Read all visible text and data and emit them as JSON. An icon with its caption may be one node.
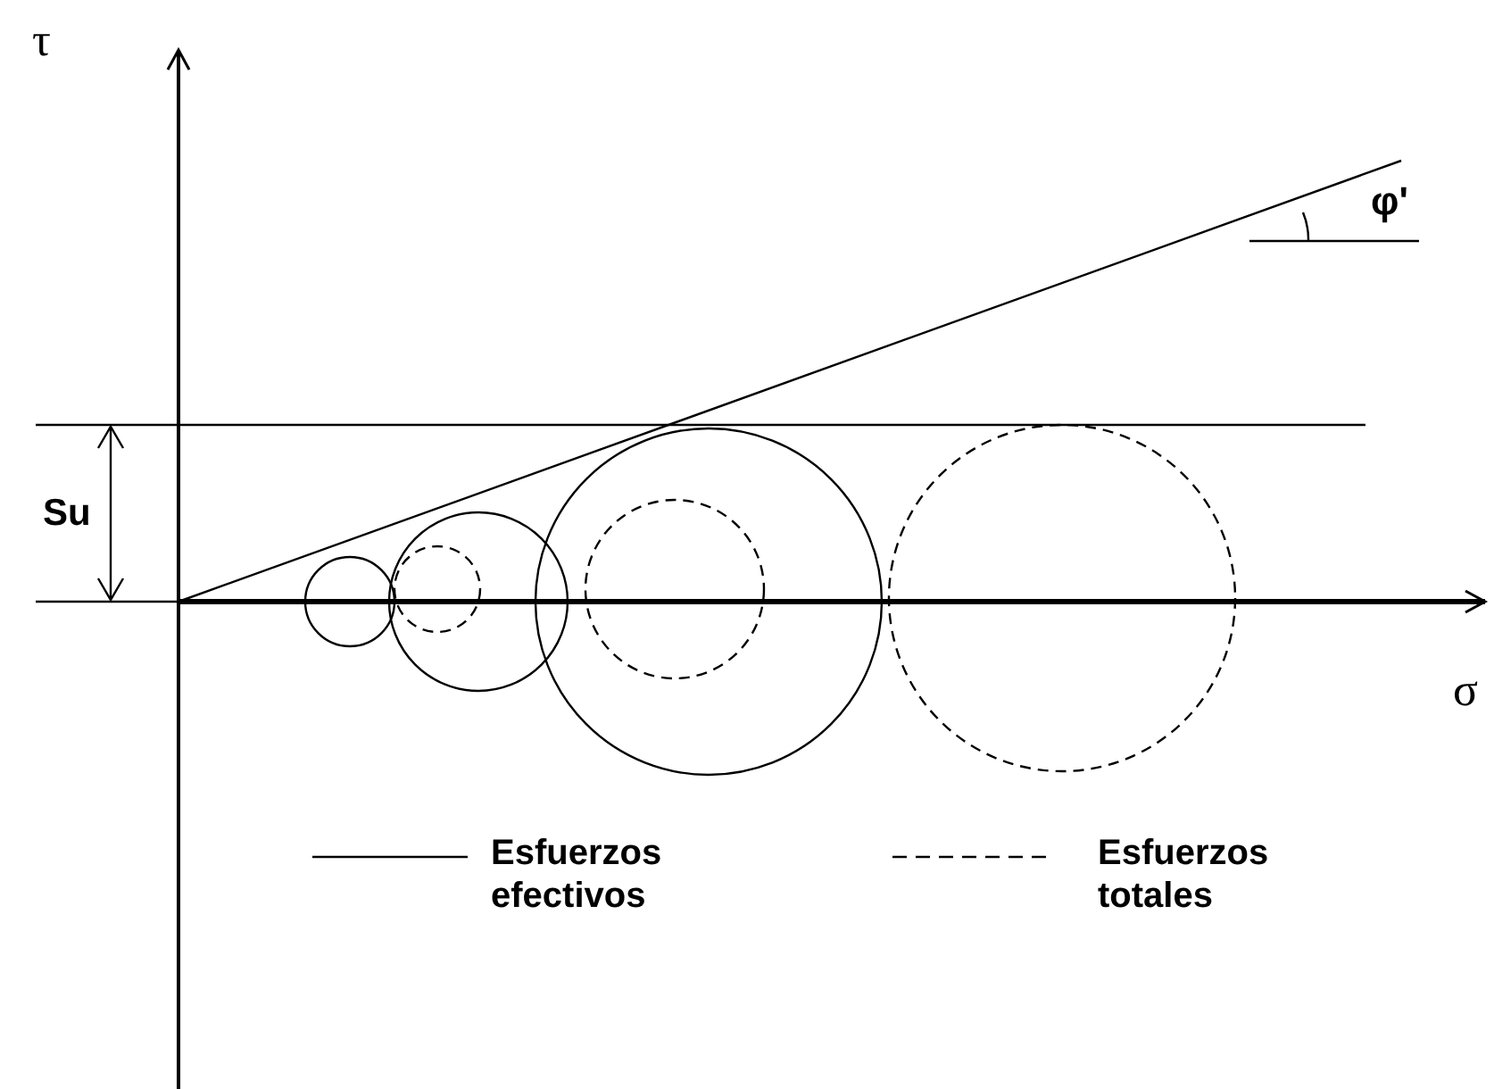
{
  "diagram": {
    "labels": [
      "τ",
      "φ'",
      "Su",
      "σ"
    ],
    "legend": [
      {
        "text": "Esfuerzos efectivos"
      },
      {
        "text": "Esfuerzos totales"
      }
    ]
  }
}
